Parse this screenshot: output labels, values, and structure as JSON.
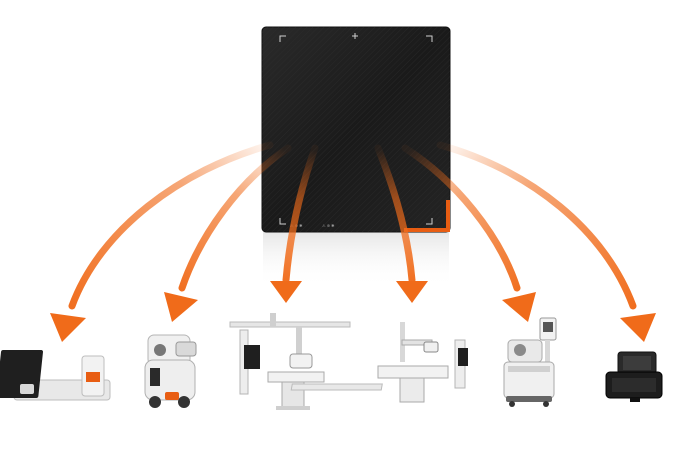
{
  "colors": {
    "background": "#ffffff",
    "arrow_orange": "#f06b1a",
    "panel_dark": "#1c1c1c",
    "panel_accent": "#e85d12",
    "equipment_white": "#eeeeee",
    "equipment_grey": "#8d8d8d"
  },
  "detector": {
    "icon": "flat-panel-detector",
    "label_a": "⚠ ⊕ ✱",
    "label_b": "⚠ ⊕ ✱"
  },
  "systems": [
    {
      "icon": "tabletop-detector-with-charger"
    },
    {
      "icon": "mobile-xray-unit"
    },
    {
      "icon": "ceiling-mounted-xray-room"
    },
    {
      "icon": "floor-mounted-xray-room"
    },
    {
      "icon": "mobile-c-arm-cart"
    },
    {
      "icon": "portable-xray-case"
    }
  ]
}
